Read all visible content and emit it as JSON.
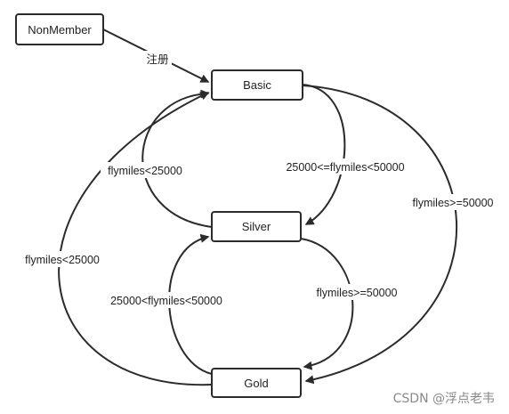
{
  "states": {
    "nonmember": "NonMember",
    "basic": "Basic",
    "silver": "Silver",
    "gold": "Gold"
  },
  "transitions": {
    "nonmember_to_basic": "注册",
    "basic_to_silver": "25000<=flymiles<50000",
    "silver_to_basic": "flymiles<25000",
    "basic_to_gold": "flymiles>=50000",
    "gold_to_basic": "flymiles<25000",
    "silver_to_gold": "flymiles>=50000",
    "gold_to_silver": "25000<flymiles<50000"
  },
  "watermark": "CSDN @浮点老韦",
  "colors": {
    "stroke": "#2b2b2b",
    "text": "#222222",
    "watermark": "#8a8a8a",
    "background": "#ffffff"
  }
}
